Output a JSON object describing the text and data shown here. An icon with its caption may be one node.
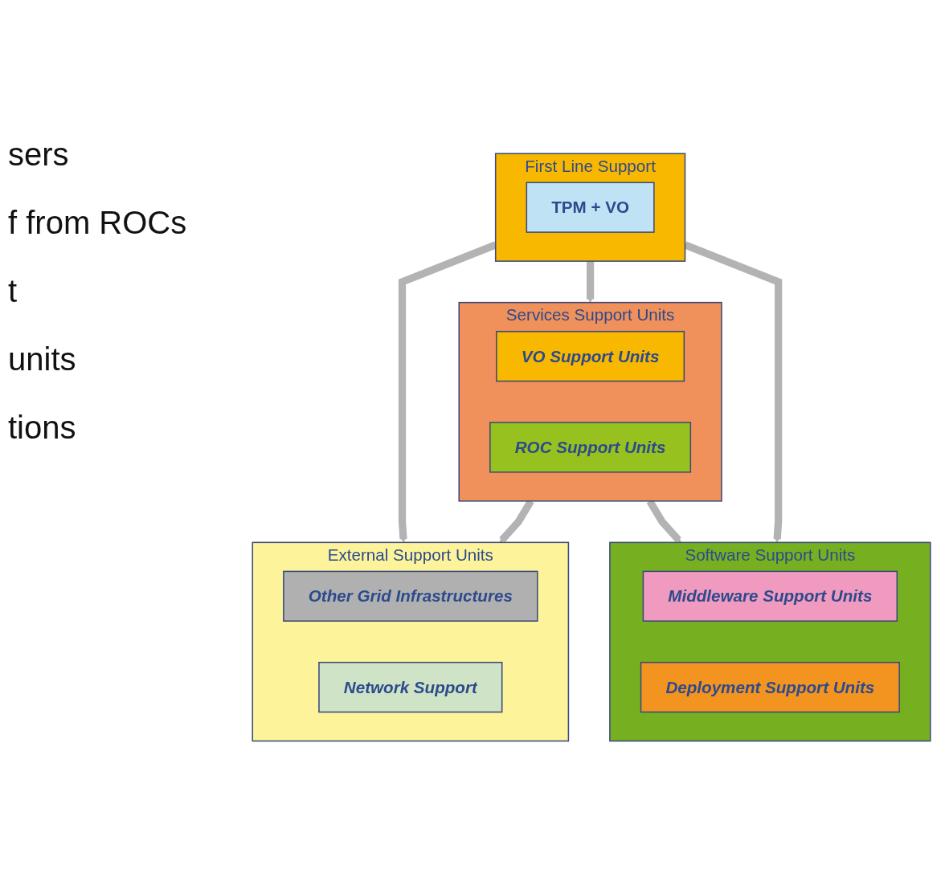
{
  "diagram": {
    "nodes": [
      {
        "text": [
          "First Line Support"
        ]
      },
      {
        "text": [
          "TPM + VO"
        ],
        "in": 0
      },
      {
        "text": [
          "Services Support Units"
        ]
      },
      {
        "text": [
          "VO Support Units"
        ],
        "in": 2
      },
      {
        "text": [
          "ROC Support Units"
        ],
        "in": 2
      },
      {
        "text": [
          "External Support Units"
        ]
      },
      {
        "text": [
          "Other Grid Infrastructures"
        ],
        "in": 5
      },
      {
        "text": [
          "Network Support"
        ],
        "in": 5
      },
      {
        "text": [
          "Software Support Units"
        ]
      },
      {
        "text": [
          "Middleware Support Units"
        ],
        "in": 8
      },
      {
        "text": [
          "Deployment Support Units"
        ],
        "in": 8
      }
    ],
    "edges": [
      {
        "from": 0,
        "to": 5,
        "arrow": "to"
      },
      {
        "from": 0,
        "to": 2,
        "arrow": "to"
      },
      {
        "from": 0,
        "to": 8,
        "arrow": "to"
      },
      {
        "from": 2,
        "to": 5,
        "arrow": "to"
      },
      {
        "from": 2,
        "to": 8,
        "arrow": "to"
      }
    ],
    "labels": [
      "sers",
      "f from ROCs",
      "t",
      "units",
      "tions"
    ]
  }
}
